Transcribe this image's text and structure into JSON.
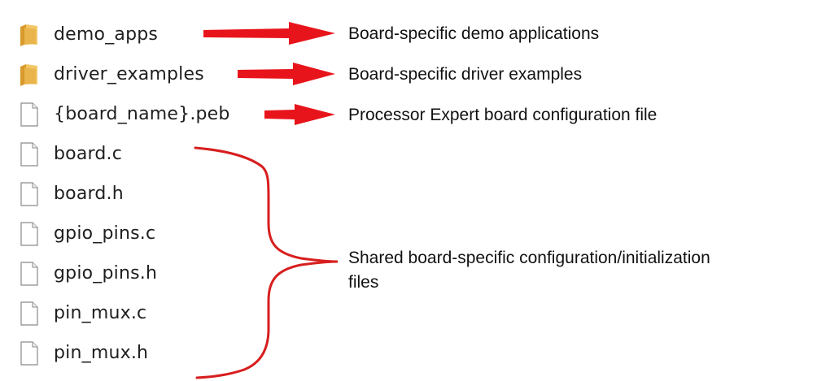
{
  "files": [
    {
      "name": "demo_apps",
      "icon": "folder-icon"
    },
    {
      "name": "driver_examples",
      "icon": "folder-icon"
    },
    {
      "name": "{board_name}.peb",
      "icon": "file-icon"
    },
    {
      "name": "board.c",
      "icon": "file-icon"
    },
    {
      "name": "board.h",
      "icon": "file-icon"
    },
    {
      "name": "gpio_pins.c",
      "icon": "file-icon"
    },
    {
      "name": "gpio_pins.h",
      "icon": "file-icon"
    },
    {
      "name": "pin_mux.c",
      "icon": "file-icon"
    },
    {
      "name": "pin_mux.h",
      "icon": "file-icon"
    }
  ],
  "annotations": {
    "demo_apps": "Board-specific demo applications",
    "driver_examples": "Board-specific driver examples",
    "peb": "Processor Expert board configuration file",
    "shared_line1": "Shared board-specific configuration/initialization",
    "shared_line2": "files"
  },
  "colors": {
    "arrow": "#e8141b",
    "bracket": "#d81e1e",
    "folder": "#e9b44c",
    "file_border": "#8a8a8a"
  }
}
